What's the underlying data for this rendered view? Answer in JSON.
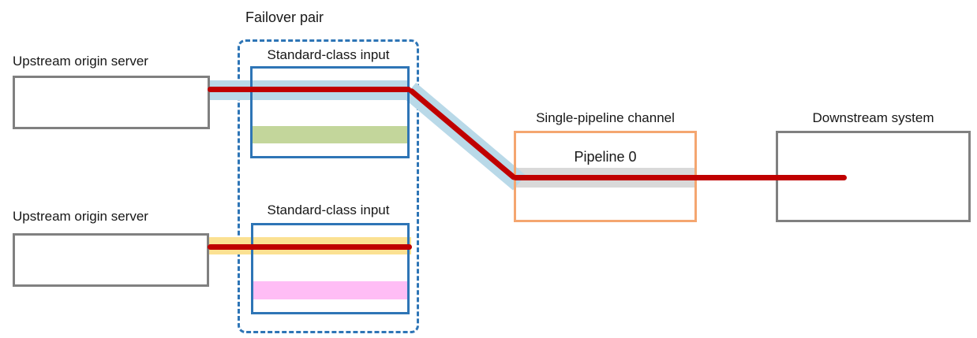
{
  "diagram": {
    "failover_pair": {
      "label": "Failover pair",
      "inputs": [
        {
          "label": "Standard-class input"
        },
        {
          "label": "Standard-class input"
        }
      ]
    },
    "upstream_servers": [
      {
        "label": "Upstream origin server"
      },
      {
        "label": "Upstream origin server"
      }
    ],
    "channel": {
      "label": "Single-pipeline channel",
      "pipeline": "Pipeline 0"
    },
    "downstream": {
      "label": "Downstream system"
    },
    "colors": {
      "active_flow_band": "#b9d9e8",
      "standby_flow_band": "#fbe192",
      "stream_line": "#c00000",
      "input_slot_active": "#c3d69b",
      "input_slot_standby": "#ffbdf5",
      "pipeline_slot": "#d9d9d9",
      "input_border": "#2e75b6",
      "failover_border": "#2e75b6",
      "channel_border": "#f4a670",
      "server_border": "#808080",
      "downstream_border": "#808080",
      "text": "#171717"
    }
  }
}
